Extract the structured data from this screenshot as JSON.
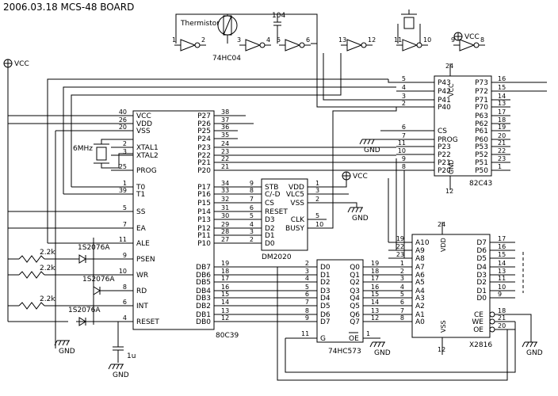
{
  "title": "2006.03.18  MCS-48 BOARD",
  "labels": {
    "thermistor": "Thermistor",
    "cap104": "104",
    "hc04": "74HC04",
    "vcc": "VCC",
    "gnd": "GND",
    "mhz": "6MHz",
    "r": "2.2k",
    "d1": "1S2076A",
    "d2": "1S2076A",
    "d3": "1S2076A",
    "cap1u": "1u"
  },
  "inverters": [
    {
      "in": "1",
      "out": "2"
    },
    {
      "in": "3",
      "out": "4"
    },
    {
      "in": "5",
      "out": "6"
    },
    {
      "in": "13",
      "out": "12"
    },
    {
      "in": "11",
      "out": "10"
    },
    {
      "in": "9",
      "out": "8"
    }
  ],
  "c80c39": {
    "name": "80C39",
    "left": [
      "VCC",
      "VDD",
      "VSS",
      "",
      "XTAL1",
      "XTAL2",
      "PROG",
      "T0",
      "T1",
      "SS",
      "EA",
      "ALE",
      "PSEN",
      "WR",
      "RD",
      "INT",
      "RESET"
    ],
    "leftNums": [
      "40",
      "26",
      "20",
      "",
      "2",
      "3",
      "25",
      "1",
      "39",
      "5",
      "7",
      "11",
      "9",
      "10",
      "8",
      "6",
      "4"
    ],
    "right1": [
      "P27",
      "P26",
      "P25",
      "P24",
      "P23",
      "P22",
      "P21",
      "P20"
    ],
    "right1Nums": [
      "38",
      "37",
      "36",
      "35",
      "24",
      "23",
      "22",
      "21"
    ],
    "right2": [
      "P17",
      "P16",
      "P15",
      "P14",
      "P13",
      "P12",
      "P11",
      "P10"
    ],
    "right2Nums": [
      "34",
      "33",
      "32",
      "31",
      "30",
      "29",
      "28",
      "27"
    ],
    "right3": [
      "DB7",
      "DB6",
      "DB5",
      "DB4",
      "DB3",
      "DB2",
      "DB1",
      "DB0"
    ],
    "right3Nums": [
      "19",
      "18",
      "17",
      "16",
      "15",
      "14",
      "13",
      "12"
    ]
  },
  "dm2020": {
    "name": "DM2020",
    "left": [
      "STB",
      "C/-D",
      "CS",
      "RESET",
      "D3",
      "D2",
      "D1",
      "D0"
    ],
    "leftNums": [
      "9",
      "8",
      "7",
      "6",
      "5",
      "4",
      "3",
      "2"
    ],
    "right": [
      "VDD",
      "VLC5",
      "VSS",
      "",
      "CLK",
      "BUSY"
    ],
    "rightNums": [
      "1",
      "3",
      "2",
      "",
      "5",
      "10"
    ]
  },
  "c82c43": {
    "name": "82C43",
    "left": [
      "P43",
      "P42",
      "P41",
      "P40",
      "CS",
      "PROG",
      "P23",
      "P22",
      "P21",
      "P20"
    ],
    "leftNums": [
      "5",
      "4",
      "3",
      "2",
      "6",
      "7",
      "11",
      "10",
      "9",
      "8"
    ],
    "right": [
      "P73",
      "P72",
      "P71",
      "P70",
      "P63",
      "P62",
      "P61",
      "P60",
      "P53",
      "P52",
      "P51",
      "P50"
    ],
    "rightNums": [
      "16",
      "15",
      "14",
      "13",
      "17",
      "18",
      "19",
      "20",
      "21",
      "22",
      "23",
      "1"
    ],
    "vcc": "VCC",
    "vss": "GND",
    "vccNum": "24",
    "vssNum": "12"
  },
  "hc573": {
    "name": "74HC573",
    "left": [
      "D0",
      "D1",
      "D2",
      "D3",
      "D4",
      "D5",
      "D6",
      "D7"
    ],
    "leftNums": [
      "2",
      "3",
      "4",
      "5",
      "6",
      "7",
      "8",
      "9"
    ],
    "right": [
      "Q0",
      "Q1",
      "Q2",
      "Q3",
      "Q4",
      "Q5",
      "Q6",
      "Q7"
    ],
    "rightNums": [
      "19",
      "18",
      "17",
      "16",
      "15",
      "14",
      "13",
      "12"
    ],
    "g": "G",
    "gNum": "11",
    "oe": "OE",
    "oeNum": "1"
  },
  "x2816": {
    "name": "X2816",
    "left": [
      "A10",
      "A9",
      "A8",
      "A7",
      "A6",
      "A5",
      "A4",
      "A3",
      "A2",
      "A1",
      "A0"
    ],
    "leftNums": [
      "19",
      "22",
      "23",
      "1",
      "2",
      "3",
      "4",
      "5",
      "6",
      "7",
      "8"
    ],
    "right": [
      "D7",
      "D6",
      "D5",
      "D4",
      "D3",
      "D2",
      "D1",
      "D0"
    ],
    "rightNums": [
      "17",
      "16",
      "15",
      "14",
      "13",
      "11",
      "10",
      "9"
    ],
    "right2": [
      "CE",
      "WE",
      "OE"
    ],
    "right2Nums": [
      "18",
      "21",
      "20"
    ],
    "vdd": "VDD",
    "vss": "VSS",
    "vddNum": "24",
    "vssNum": "12"
  }
}
